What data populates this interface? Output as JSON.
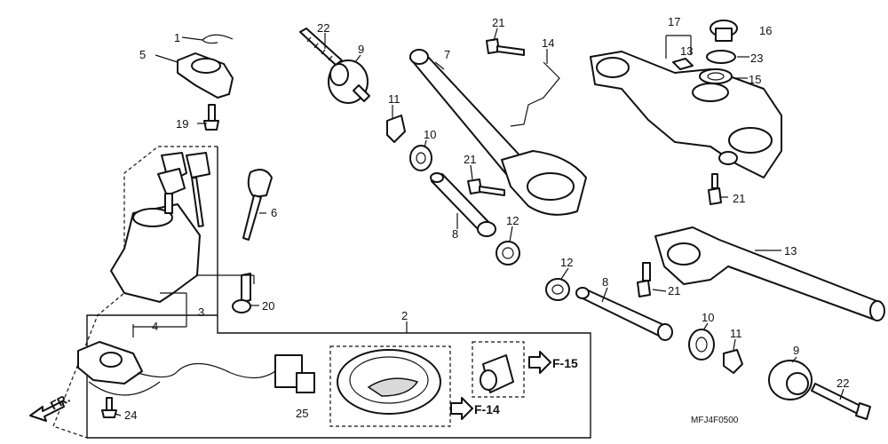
{
  "labels": {
    "p1": "1",
    "p5": "5",
    "p19": "19",
    "p22a": "22",
    "p9a": "9",
    "p21a": "21",
    "p7": "7",
    "p14": "14",
    "p17": "17",
    "p16": "16",
    "p13a": "13",
    "p23": "23",
    "p15": "15",
    "p11a": "11",
    "p10a": "10",
    "p21b": "21",
    "p21c": "21",
    "p6": "6",
    "p8a": "8",
    "p12a": "12",
    "p13b": "13",
    "p12b": "12",
    "p8b": "8",
    "p21d": "21",
    "p20": "20",
    "p3": "3",
    "p4": "4",
    "p2": "2",
    "p10b": "10",
    "p11b": "11",
    "p9b": "9",
    "p22b": "22",
    "p24": "24",
    "p25": "25"
  },
  "refs": {
    "f15": "F-15",
    "f14": "F-14",
    "fr": "FR."
  },
  "diagram_code": "MFJ4F0500"
}
